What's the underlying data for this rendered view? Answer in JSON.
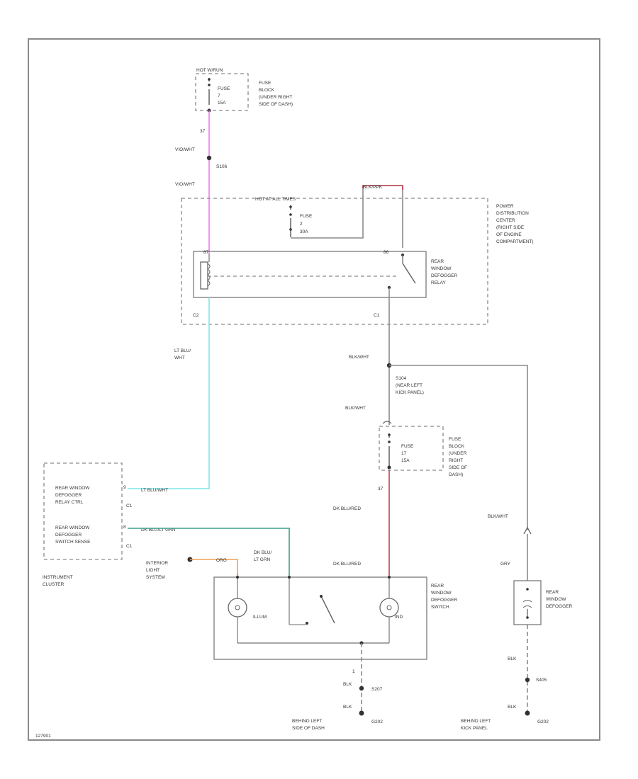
{
  "colors": {
    "pink": "#f07af0",
    "cyan": "#7fe6e6",
    "teal": "#3aa08a",
    "orange": "#f0a050",
    "red": "#b03040",
    "darkred": "#c04050",
    "gray": "#8a8a8a"
  },
  "fuse_block_top": {
    "header": "HOT W/RUN",
    "fuse_lines": [
      "FUSE",
      "7",
      "15A"
    ],
    "desc_lines": [
      "FUSE",
      "BLOCK",
      "(UNDER RIGHT",
      "SIDE OF DASH)"
    ]
  },
  "wire_top": {
    "circuit": "37",
    "color1": "VIO/WHT",
    "splice": "S106",
    "color2": "VIO/WHT"
  },
  "pdc": {
    "header": "HOT AT ALL TIMES",
    "fuse_lines": [
      "FUSE",
      "2",
      "30A"
    ],
    "feed_color": "BLK/PPK",
    "desc_lines": [
      "POWER",
      "DISTRIBUTION",
      "CENTER",
      "(RIGHT SIDE",
      "OF ENGINE",
      "COMPARTMENT)"
    ],
    "relay_lines": [
      "REAR",
      "WINDOW",
      "DEFOGGER",
      "RELAY"
    ],
    "pin_left": "87",
    "pin_right": "86",
    "conn_left": "C2",
    "conn_right": "C1"
  },
  "wire_cyan": {
    "color_lines": [
      "LT BLU/",
      "WHT"
    ]
  },
  "wire_right": {
    "color1": "BLK/WHT",
    "splice": "S104",
    "splice_desc": [
      "(NEAR LEFT",
      "KICK PANEL)"
    ],
    "color2": "BLK/WHT"
  },
  "fuse_block_mid": {
    "fuse_lines": [
      "FUSE",
      "17",
      "15A"
    ],
    "desc_lines": [
      "FUSE",
      "BLOCK",
      "(UNDER",
      "RIGHT",
      "SIDE OF",
      "DASH)"
    ],
    "circuit": "37",
    "color": "DK BLU/RED"
  },
  "cluster": {
    "ctrl_lines": [
      "REAR WINDOW",
      "DEFOGGER",
      "RELAY CTRL"
    ],
    "ctrl_pin": "9",
    "ctrl_wire": "LT BLU/WHT",
    "ctrl_conn": "C1",
    "sense_lines": [
      "REAR WINDOW",
      "DEFOGGER",
      "SWITCH SENSE"
    ],
    "sense_pin": "8",
    "sense_wire": "DK BLU/LT GRN",
    "sense_conn": "C1",
    "label_lines": [
      "INSTRUMENT",
      "CLUSTER"
    ]
  },
  "interior": {
    "label_lines": [
      "INTERIOR",
      "LIGHT",
      "SYSTEM"
    ],
    "wire": "ORG"
  },
  "switch": {
    "wire_lines": [
      "DK BLU/",
      "LT GRN"
    ],
    "input_color": "DK BLU/RED",
    "illum": "ILLUM",
    "ind": "IND",
    "desc_lines": [
      "REAR",
      "WINDOW",
      "DEFOGGER",
      "SWITCH"
    ],
    "pin_gnd": "1",
    "gnd_color1": "BLK",
    "splice_g": "S207",
    "gnd_color2": "BLK",
    "ground": "G202",
    "ground_desc": [
      "BEHIND LEFT",
      "SIDE OF DASH"
    ]
  },
  "defogger": {
    "wire_color": "BLK/WHT",
    "conn_color": "GRY",
    "desc_lines": [
      "REAR",
      "WINDOW",
      "DEFOGGER"
    ],
    "gnd_color1": "BLK",
    "splice": "S405",
    "gnd_color2": "BLK",
    "ground": "G202",
    "ground_desc": [
      "BEHIND LEFT",
      "KICK PANEL"
    ]
  },
  "footer_code": "127901"
}
